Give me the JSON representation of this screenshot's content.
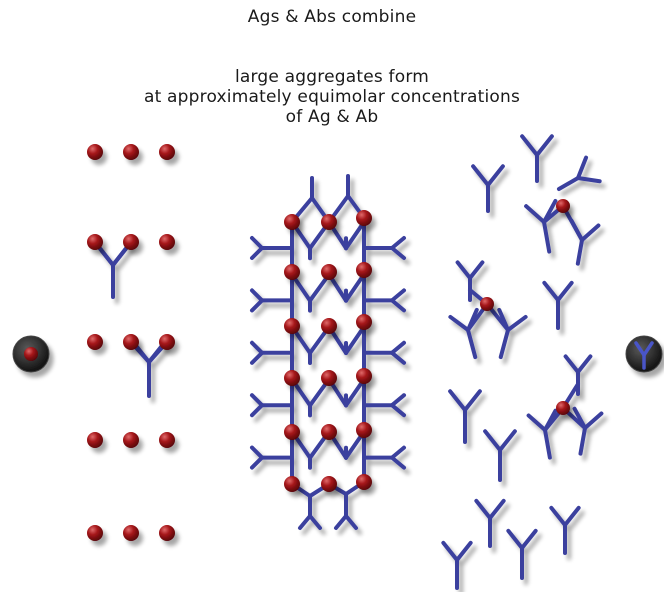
{
  "header": {
    "line1": "Ags & Abs combine",
    "line2": "large aggregates form",
    "line3": "at approximately equimolar concentrations",
    "line4": "of Ag & Ab"
  },
  "colors": {
    "antigen": "#8b0d10",
    "antibody": "#3a3f9e",
    "button": "#1e1e1e"
  },
  "icons": {
    "left_button": "antigen-dot-icon",
    "right_button": "antibody-y-icon"
  }
}
